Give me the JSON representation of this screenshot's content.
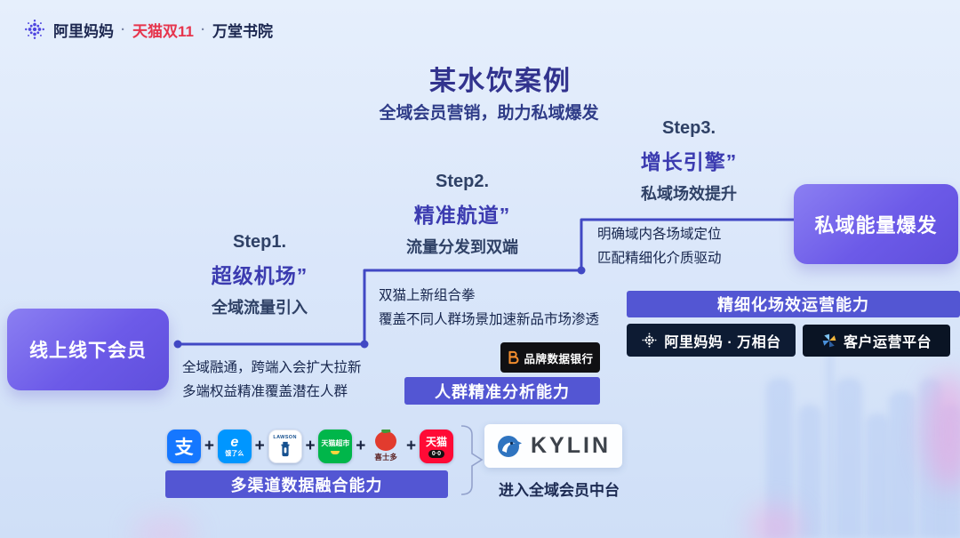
{
  "header": {
    "brand_alimama": "阿里妈妈",
    "dot1": "·",
    "brand_tmall11": "天猫双11",
    "dot2": "·",
    "brand_wantang": "万堂书院"
  },
  "title": "某水饮案例",
  "subtitle": "全域会员营销，助力私域爆发",
  "steps": [
    {
      "label": "Step1.",
      "title": "超级机场”",
      "subtitle": "全域流量引入",
      "note_line1": "全域融通，跨端入会扩大拉新",
      "note_line2": "多端权益精准覆盖潜在人群"
    },
    {
      "label": "Step2.",
      "title": "精准航道”",
      "subtitle": "流量分发到双端",
      "note_line1": "双猫上新组合拳",
      "note_line2": "覆盖不同人群场景加速新品市场渗透"
    },
    {
      "label": "Step3.",
      "title": "增长引擎”",
      "subtitle": "私域场效提升",
      "note_line1": "明确域内各场域定位",
      "note_line2": "匹配精细化介质驱动"
    }
  ],
  "nodes": {
    "left": "线上线下会员",
    "right": "私域能量爆发"
  },
  "banners": {
    "scene": "精细化场效运营能力",
    "audience": "人群精准分析能力",
    "channel": "多渠道数据融合能力"
  },
  "tools": {
    "wanxiangtai": "阿里妈妈 · 万相台",
    "customer_platform": "客户运营平台",
    "data_bank": "品牌数据银行",
    "kylin": "KYLIN",
    "kylin_caption": "进入全域会员中台"
  },
  "channels": {
    "alipay_glyph": "支",
    "eleme_letter": "e",
    "eleme_name": "饿了么",
    "lawson": "LAWSON",
    "tmall_mart": "天猫超市",
    "cstore": "喜士多",
    "tmall": "天猫",
    "tmall_face": "0·0"
  },
  "ui": {
    "plus": "+"
  },
  "colors": {
    "title_indigo": "#32338e",
    "step_title_purple": "#3b3bb0",
    "node_purple_light": "#8b7ff2",
    "node_purple_dark": "#5f4fdc",
    "banner_purple": "#5356d3",
    "connector_blue": "#4148c4",
    "brand_red": "#e6354d",
    "dark_navy_box": "#0d1b33",
    "black_box": "#101013",
    "background_blue": "#dbe7fa"
  }
}
